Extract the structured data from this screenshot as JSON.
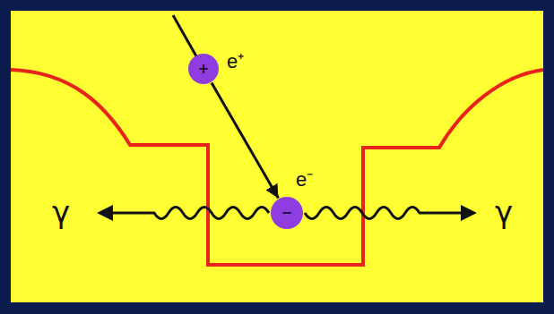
{
  "diagram": {
    "nodes": [
      {
        "text": [
          "+",
          "e⁺"
        ]
      },
      {
        "text": [
          "−",
          "e⁻"
        ]
      }
    ],
    "edges": [
      {
        "from": 0,
        "to": 1,
        "arrow": "to"
      }
    ],
    "labels": [
      "γ",
      "γ"
    ]
  }
}
